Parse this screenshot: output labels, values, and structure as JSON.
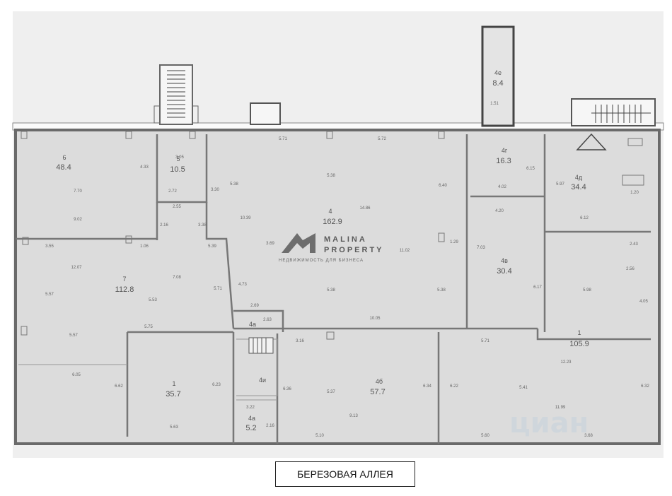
{
  "street_label": "БЕРЕЗОВАЯ АЛЛЕЯ",
  "logo": {
    "line1": "MALINA",
    "line2": "PROPERTY",
    "tagline": "НЕДВИЖИМОСТЬ ДЛЯ БИЗНЕСА"
  },
  "watermark": "циан",
  "rooms": [
    {
      "id": "6",
      "area": "48.4"
    },
    {
      "id": "5",
      "area": "10.5"
    },
    {
      "id": "4",
      "area": "162.9"
    },
    {
      "id": "4г",
      "area": "16.3"
    },
    {
      "id": "4д",
      "area": "34.4"
    },
    {
      "id": "4в",
      "area": "30.4"
    },
    {
      "id": "4е",
      "area": "8.4"
    },
    {
      "id": "7",
      "area": "112.8"
    },
    {
      "id": "1",
      "area": "105.9"
    },
    {
      "id": "1",
      "area": "35.7"
    },
    {
      "id": "4б",
      "area": "57.7"
    },
    {
      "id": "4а",
      "area": "5.2"
    },
    {
      "id": "4а",
      "area": ""
    },
    {
      "id": "4и",
      "area": ""
    }
  ],
  "dimensions": [
    "4.33",
    "7.70",
    "9.02",
    "3.55",
    "12.07",
    "5.57",
    "6.05",
    "2.72",
    "2.55",
    "3.05",
    "3.30",
    "5.38",
    "5.71",
    "5.72",
    "5.38",
    "10.39",
    "3.69",
    "14.86",
    "11.02",
    "5.38",
    "5.38",
    "1.29",
    "6.40",
    "4.02",
    "4.20",
    "6.15",
    "7.03",
    "5.97",
    "1.20",
    "6.12",
    "2.43",
    "2.56",
    "5.98",
    "6.17",
    "4.05",
    "12.23",
    "11.99",
    "5.41",
    "3.16",
    "5.71",
    "10.05",
    "2.69",
    "2.63",
    "5.75",
    "6.62",
    "6.23",
    "5.63",
    "6.36",
    "5.37",
    "9.13",
    "6.34",
    "5.10",
    "3.22",
    "2.16",
    "5.60",
    "3.68",
    "6.32",
    "6.22",
    "5.71",
    "5.57",
    "1.51",
    "4.73",
    "7.08",
    "5.53",
    "5.39",
    "2.16",
    "3.38",
    "1.06"
  ]
}
